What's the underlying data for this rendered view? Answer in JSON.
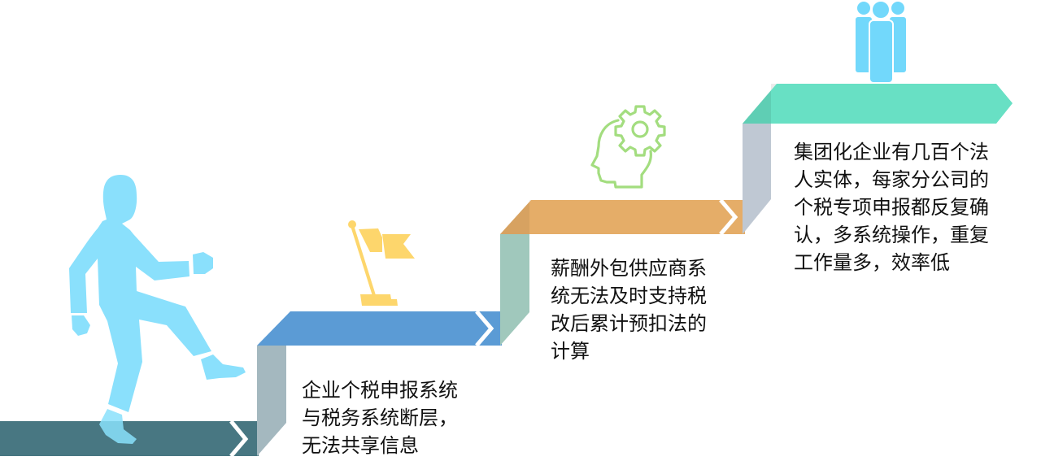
{
  "colors": {
    "step1": "#487782",
    "riser1": "#a4b8bf",
    "step2": "#5b9bd5",
    "riser2": "#a0c8bc",
    "step3": "#e5ad68",
    "riser3": "#bfc8d3",
    "step4": "#68e0c4",
    "walker": "#8ae0fc",
    "flag": "#fdd66c",
    "gear_head": "#a3dd7f",
    "people": "#72d8fb",
    "text": "#111111"
  },
  "steps": [
    {
      "id": "step-1",
      "icon": "walking-person-icon",
      "lines": []
    },
    {
      "id": "step-2",
      "icon": "flag-icon",
      "lines": [
        "企业个税申报系统",
        "与税务系统断层，",
        "无法共享信息"
      ]
    },
    {
      "id": "step-3",
      "icon": "gear-head-icon",
      "lines": [
        "薪酬外包供应商系",
        "统无法及时支持税",
        "改后累计预扣法的",
        "计算"
      ]
    },
    {
      "id": "step-4",
      "icon": "people-group-icon",
      "lines": [
        "集团化企业有几百个法",
        "人实体，每家分公司的",
        "个税专项申报都反复确",
        "认，多系统操作，重复",
        "工作量多，效率低"
      ]
    }
  ]
}
